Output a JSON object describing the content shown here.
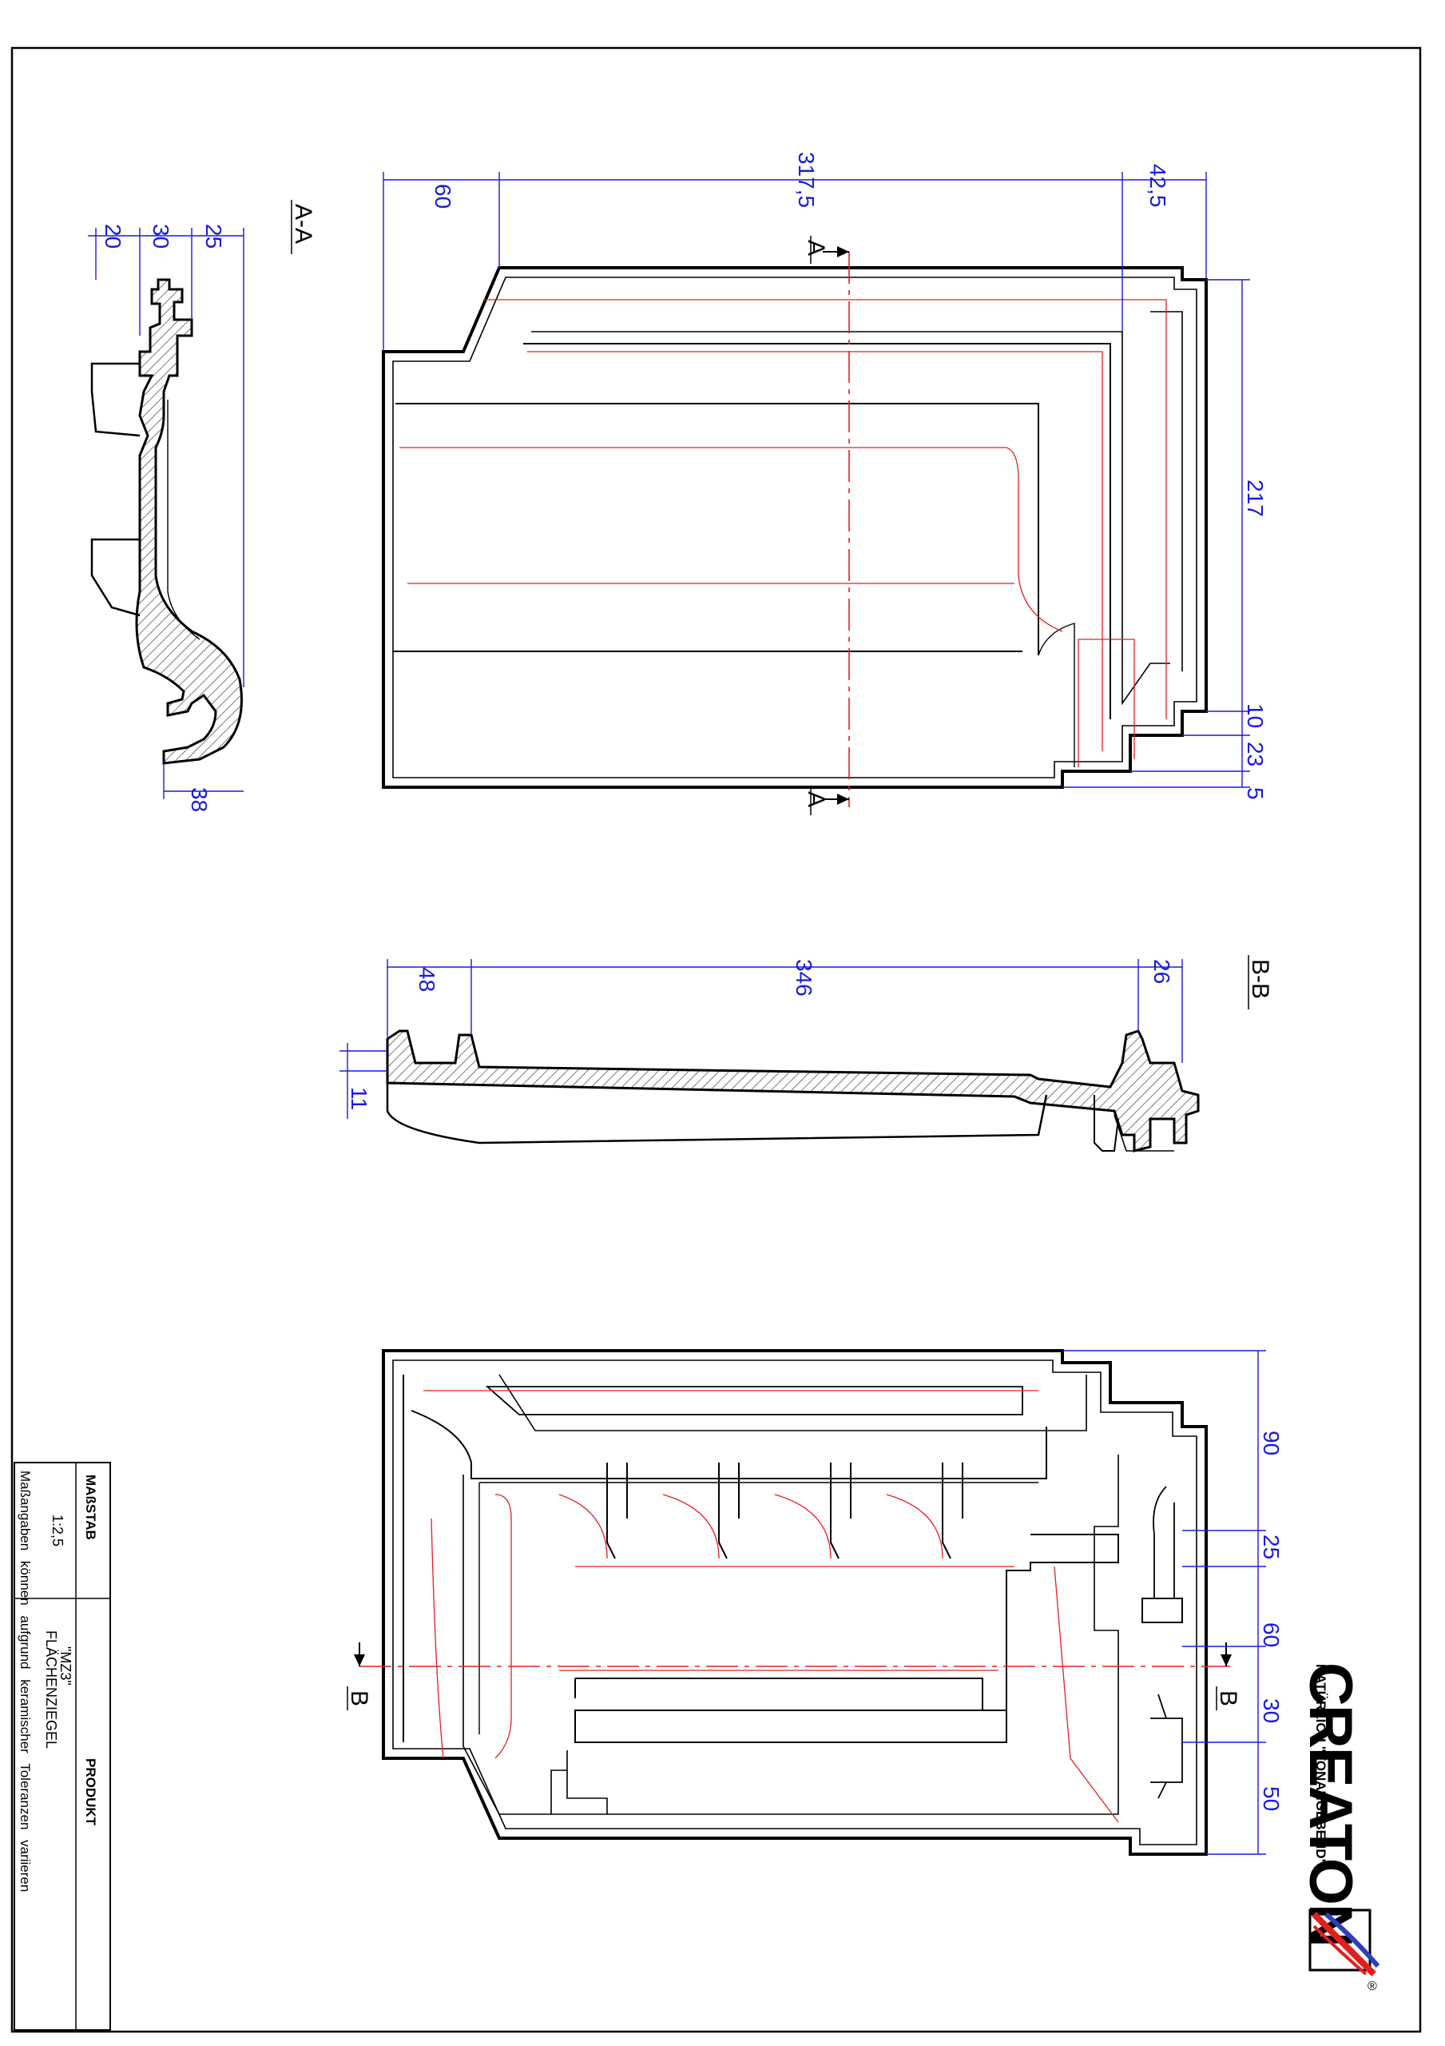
{
  "brand": {
    "name": "CREATON",
    "slogan": "NATÜRLICH \"TONANGEBEND\""
  },
  "section_labels": {
    "aa": "A-A",
    "bb": "B-B",
    "a_mark": "A",
    "b_mark": "B"
  },
  "dimensions": {
    "top_view": [
      "60",
      "317,5",
      "42,5",
      "217",
      "10",
      "23",
      "5"
    ],
    "section_aa": [
      "20",
      "30",
      "25",
      "38"
    ],
    "section_bb": [
      "48",
      "346",
      "26",
      "11"
    ],
    "bottom_view": [
      "90",
      "25",
      "60",
      "30",
      "50"
    ]
  },
  "title_block": {
    "massstab_label": "MAßSTAB",
    "massstab_value": "1:2,5",
    "produkt_label": "PRODUKT",
    "produkt_name": "\"MZ3\"",
    "produkt_type": "FLÄCHENZIEGEL",
    "note": "Maßangaben können aufgrund keramischer Toleranzen variieren"
  },
  "colors": {
    "dimension": "#1a1adb",
    "centerline": "#e02020",
    "outline": "#000000",
    "logo_red": "#e0201c",
    "logo_blue": "#2b3fbf"
  }
}
